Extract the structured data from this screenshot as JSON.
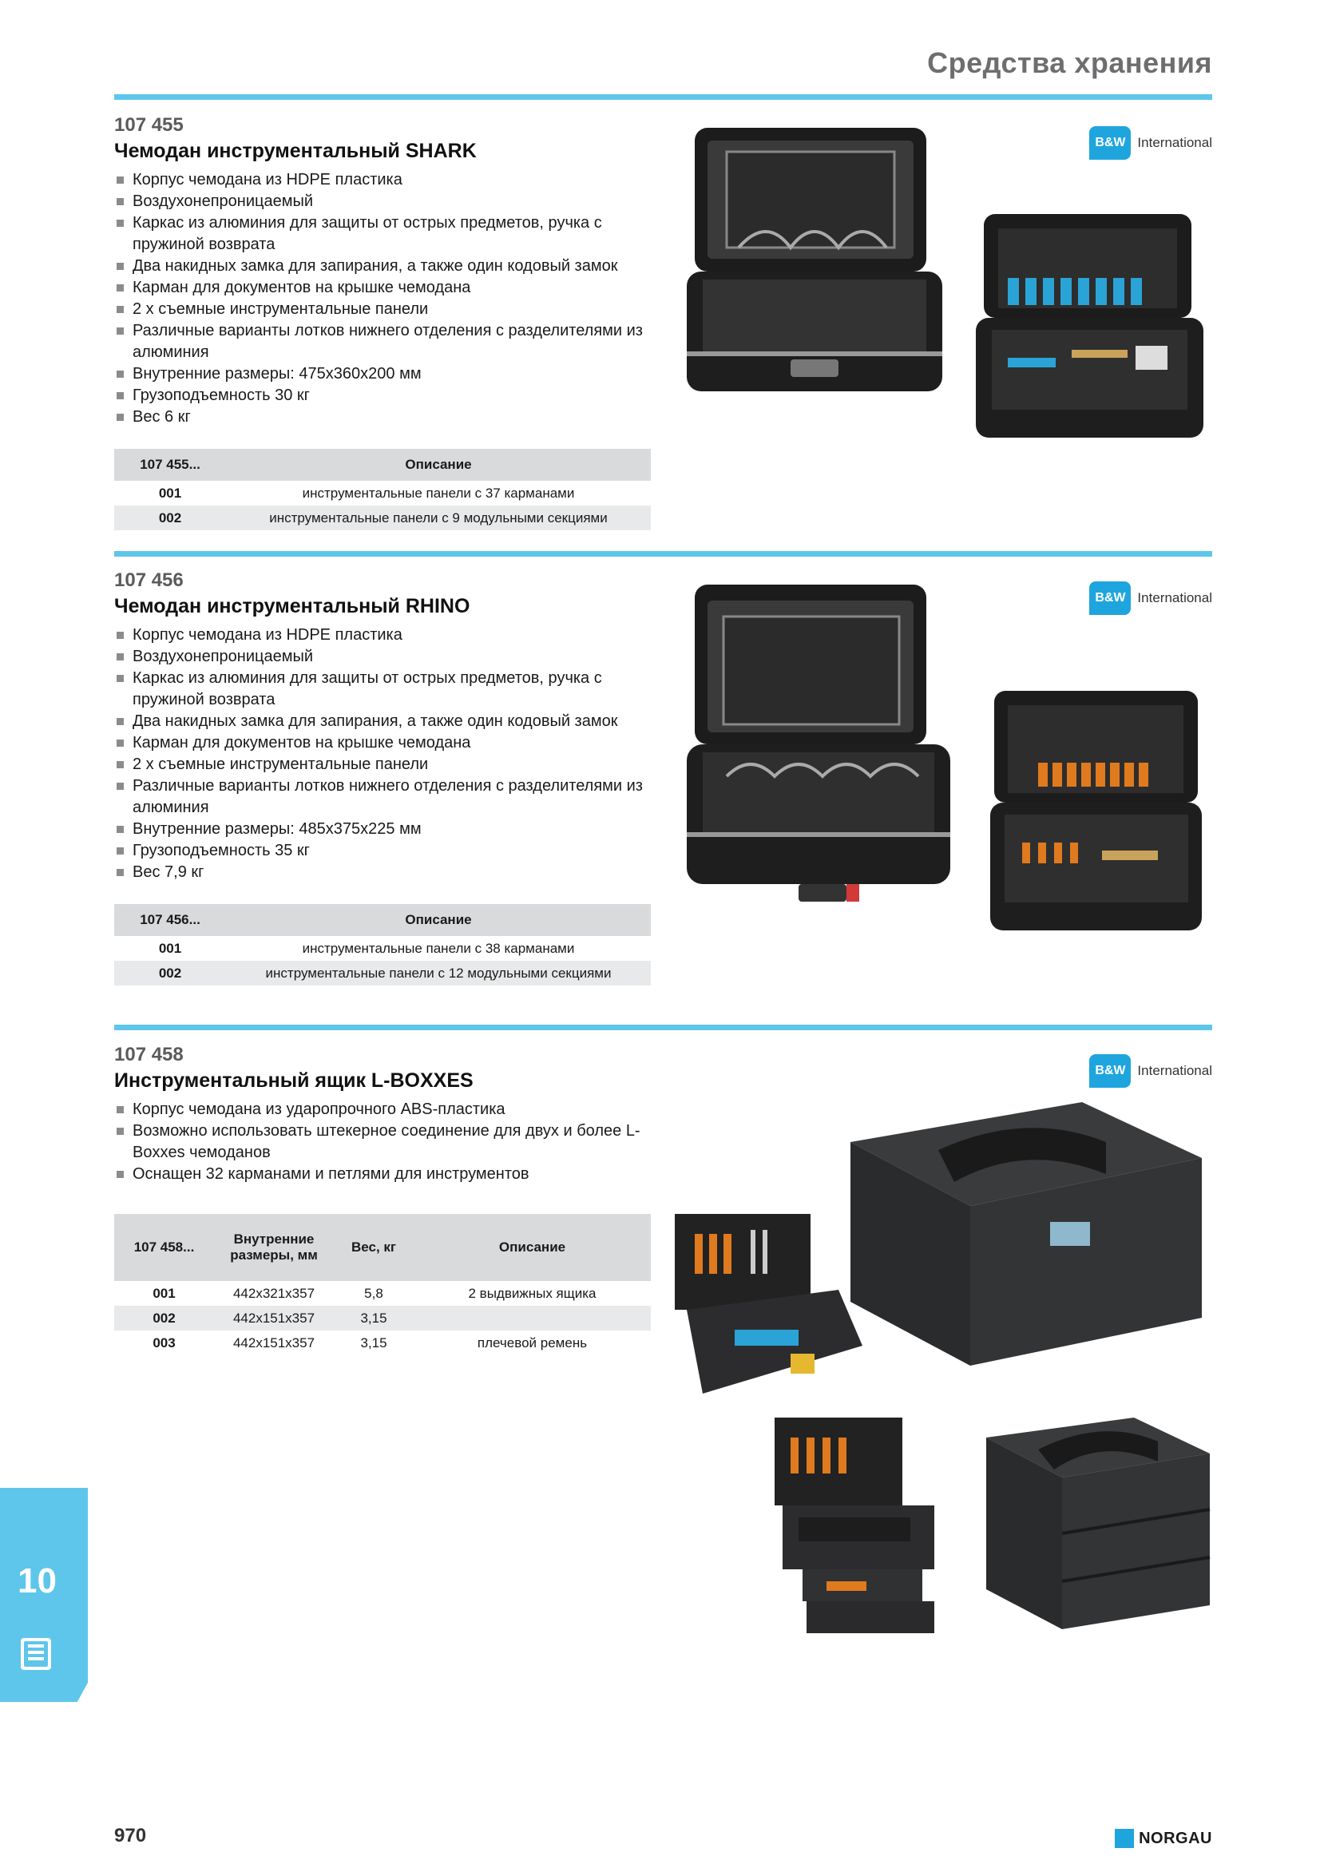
{
  "header": {
    "title": "Средства хранения"
  },
  "sections": [
    {
      "sku": "107 455",
      "title": "Чемодан инструментальный SHARK",
      "brand": {
        "badge": "B&W",
        "name": "International"
      },
      "features": [
        "Корпус чемодана из HDPE пластика",
        "Воздухонепроницаемый",
        "Каркас из алюминия для защиты от острых предметов, ручка с пружиной возврата",
        "Два накидных замка для запирания, а также один кодовый замок",
        "Карман для документов на крышке чемодана",
        "2 х съемные инструментальные панели",
        "Различные варианты лотков  нижнего отделения с разделителями из алюминия",
        "Внутренние размеры: 475x360x200 мм",
        "Грузоподъемность 30 кг",
        "Вес  6 кг"
      ],
      "table": {
        "headers": [
          "107 455...",
          "Описание"
        ],
        "rows": [
          [
            "001",
            "инструментальные панели с 37 карманами"
          ],
          [
            "002",
            "инструментальные панели с 9 модульными секциями"
          ]
        ]
      }
    },
    {
      "sku": "107 456",
      "title": "Чемодан инструментальный RHINO",
      "brand": {
        "badge": "B&W",
        "name": "International"
      },
      "features": [
        "Корпус чемодана из HDPE пластика",
        "Воздухонепроницаемый",
        "Каркас из алюминия для защиты от острых предметов, ручка с пружиной возврата",
        "Два накидных замка для запирания, а также один кодовый замок",
        "Карман для документов на крышке чемодана",
        "2 х съемные инструментальные панели",
        "Различные варианты лотков  нижнего отделения с разделителями из алюминия",
        "Внутренние размеры: 485x375x225 мм",
        "Грузоподъемность 35 кг",
        "Вес  7,9 кг"
      ],
      "table": {
        "headers": [
          "107 456...",
          "Описание"
        ],
        "rows": [
          [
            "001",
            "инструментальные панели с 38 карманами"
          ],
          [
            "002",
            "инструментальные панели с 12 модульными секциями"
          ]
        ]
      }
    },
    {
      "sku": "107 458",
      "title": "Инструментальный ящик L-BOXXES",
      "brand": {
        "badge": "B&W",
        "name": "International"
      },
      "features": [
        "Корпус чемодана из ударопрочного ABS-пластика",
        "Возможно использовать штекерное соединение для двух и более L-Boxxes чемоданов",
        "Оснащен 32 карманами и петлями для инструментов"
      ],
      "table": {
        "headers": [
          "107 458...",
          "Внутренние размеры, мм",
          "Вес, кг",
          "Описание"
        ],
        "rows": [
          [
            "001",
            "442x321x357",
            "5,8",
            "2 выдвижных ящика"
          ],
          [
            "002",
            "442x151x357",
            "3,15",
            ""
          ],
          [
            "003",
            "442x151x357",
            "3,15",
            "плечевой ремень"
          ]
        ]
      }
    }
  ],
  "side_tab": {
    "number": "10"
  },
  "footer": {
    "page_number": "970",
    "brand": "NORGAU"
  },
  "colors": {
    "accent": "#5ec6ea",
    "brand_blue": "#1ea5de",
    "table_header": "#d9dadb",
    "table_alt": "#e8e9ea"
  }
}
